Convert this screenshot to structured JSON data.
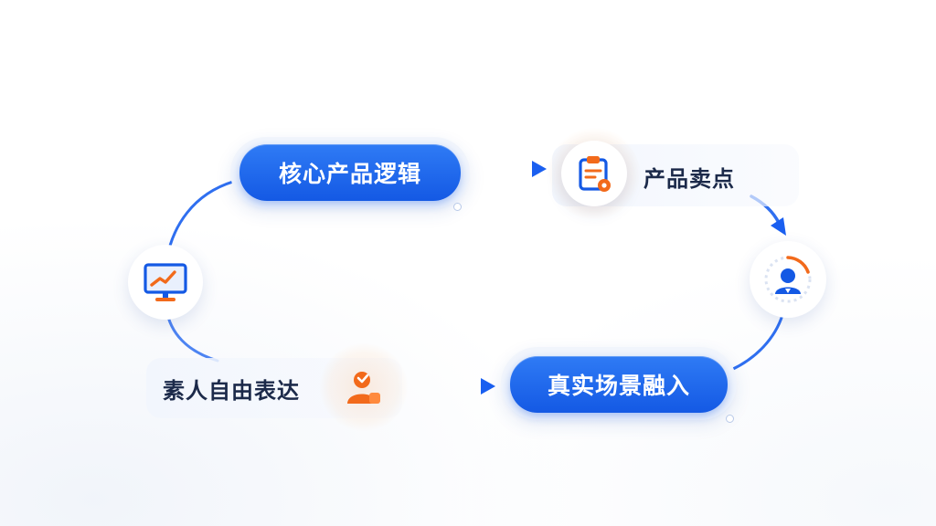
{
  "diagram": {
    "steps": {
      "core_logic": "核心产品逻辑",
      "selling_points": "产品卖点",
      "scenario": "真实场景融入",
      "amateur": "素人自由表达"
    },
    "icons": {
      "monitor": "monitor-chart-icon",
      "clipboard": "clipboard-icon",
      "person": "person-avatar-icon",
      "amateur": "amateur-user-icon"
    },
    "colors": {
      "primary_blue": "#1459e4",
      "accent_orange": "#f26a1b",
      "connector_blue": "#2f6ff0"
    }
  }
}
